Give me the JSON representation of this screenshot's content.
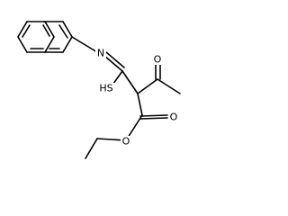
{
  "structure": {
    "atoms": {
      "nitrogen": "N",
      "sulfur": "HS",
      "ketone_oxygen": "O",
      "ester_carbonyl_oxygen": "O",
      "ester_ether_oxygen": "O"
    }
  }
}
